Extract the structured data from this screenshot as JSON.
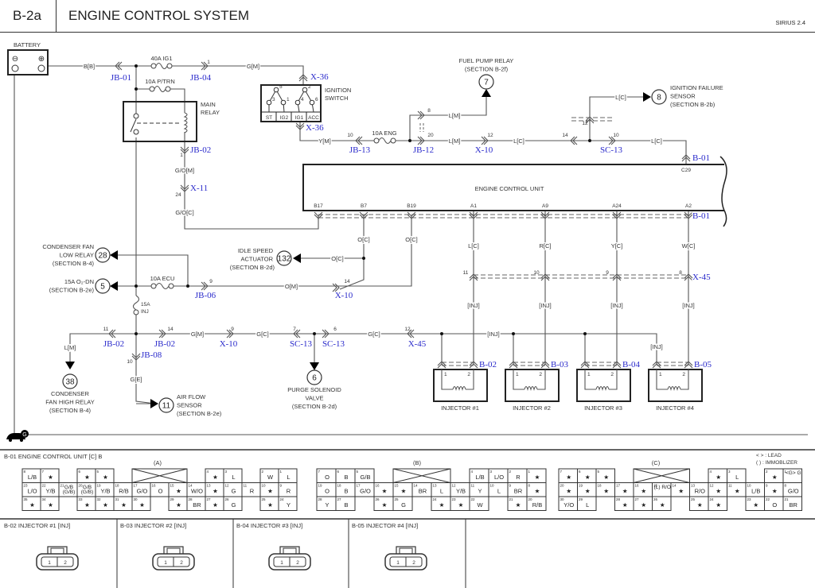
{
  "header": {
    "code": "B-2a",
    "title": "ENGINE CONTROL SYSTEM",
    "model": "SIRIUS 2.4"
  },
  "components": {
    "battery": "BATTERY",
    "battery_neg": "⊖",
    "battery_pos": "⊕",
    "main_relay": [
      "MAIN",
      "RELAY"
    ],
    "ignition_switch": [
      "IGNITION",
      "SWITCH"
    ],
    "ignition_terminals": [
      "ST",
      "IG2",
      "IG1",
      "ACC"
    ],
    "ignition_pins": [
      "5",
      "3",
      "1",
      "2",
      "4",
      "6"
    ],
    "ecu": "ENGINE CONTROL UNIT",
    "ecu_pins": [
      "B17",
      "B7",
      "B19",
      "A1",
      "A9",
      "A24",
      "A2",
      "C29"
    ],
    "injectors": [
      "INJECTOR #1",
      "INJECTOR #2",
      "INJECTOR #3",
      "INJECTOR #4"
    ],
    "injector_pins": [
      "1",
      "2"
    ],
    "ground": "G"
  },
  "fuses": [
    "40A IG1",
    "10A P/TRN",
    "10A ENG",
    "10A ECU",
    "15A",
    "INJ"
  ],
  "references": [
    {
      "num": "7",
      "lines": [
        "FUEL PUMP RELAY",
        "(SECTION B-2f)"
      ]
    },
    {
      "num": "8",
      "lines": [
        "IGNITION FAILURE",
        "SENSOR",
        "(SECTION B-2b)"
      ]
    },
    {
      "num": "28",
      "lines": [
        "CONDENSER FAN",
        "LOW RELAY",
        "(SECTION B-4)"
      ]
    },
    {
      "num": "5",
      "lines": [
        "15A O₂-DN",
        "(SECTION B-2e)"
      ]
    },
    {
      "num": "132",
      "lines": [
        "IDLE SPEED",
        "ACTUATOR",
        "(SECTION B-2d)"
      ]
    },
    {
      "num": "38",
      "lines": [
        "CONDENSER",
        "FAN HIGH RELAY",
        "(SECTION B-4)"
      ]
    },
    {
      "num": "11",
      "lines": [
        "AIR FLOW",
        "SENSOR",
        "(SECTION B-2e)"
      ]
    },
    {
      "num": "6",
      "lines": [
        "PURGE SOLENOID",
        "VALVE",
        "(SECTION B-2d)"
      ]
    }
  ],
  "wire_labels": [
    "B[B]",
    "G[M]",
    "G/O[M]",
    "G/O[C]",
    "Y[M]",
    "L[M]",
    "L[M]",
    "L[C]",
    "L[C]",
    "L[C]",
    "O[C]",
    "O[C]",
    "O[C]",
    "O[M]",
    "L[C]",
    "R[C]",
    "Y[C]",
    "W[C]",
    "[INJ]",
    "[INJ]",
    "[INJ]",
    "[INJ]",
    "L[M]",
    "G[M]",
    "G[C]",
    "G[C]",
    "[INJ]",
    "[INJ]",
    "G[E]"
  ],
  "connector_ids": [
    "JB-01",
    "JB-04",
    "X-36",
    "X-36",
    "JB-02",
    "X-11",
    "JB-13",
    "JB-12",
    "X-10",
    "SC-13",
    "B-01",
    "B-01",
    "X-45",
    "X-10",
    "JB-06",
    "JB-02",
    "JB-02",
    "X-10",
    "SC-13",
    "SC-13",
    "X-45",
    "JB-08",
    "B-02",
    "B-03",
    "B-04",
    "B-05"
  ],
  "pin_numbers": [
    "1",
    "1",
    "24",
    "10",
    "8",
    "20",
    "12",
    "12",
    "14",
    "10",
    "9",
    "14",
    "11",
    "10",
    "9",
    "8",
    "11",
    "14",
    "9",
    "7",
    "6",
    "12",
    "10"
  ],
  "connector_views": {
    "title": "B-01 ENGINE CONTROL UNIT [C] B",
    "legend": [
      "< > : LEAD",
      "(  ) : IMMOBLIZER"
    ],
    "groups": [
      {
        "label": "(A)",
        "rows": [
          [
            {
              "p": "8",
              "c": "L/B"
            },
            {
              "p": "7",
              "c": "★"
            },
            null,
            {
              "p": "6",
              "c": "★"
            },
            {
              "p": "5",
              "c": "★"
            },
            null,
            "X",
            "X",
            "X",
            null,
            {
              "p": "4",
              "c": "★"
            },
            {
              "p": "3",
              "c": "L"
            },
            null,
            {
              "p": "2",
              "c": "W"
            },
            {
              "p": "1",
              "c": "L"
            }
          ],
          [
            {
              "p": "23",
              "c": "L/O"
            },
            {
              "p": "22",
              "c": "Y/B"
            },
            {
              "p": "21",
              "c": "G/B (G/B)"
            },
            {
              "p": "20",
              "c": "G/B (G/B)"
            },
            {
              "p": "19",
              "c": "Y/B"
            },
            {
              "p": "18",
              "c": "R/B"
            },
            {
              "p": "17",
              "c": "G/O"
            },
            {
              "p": "16",
              "c": "O"
            },
            {
              "p": "15",
              "c": "★"
            },
            {
              "p": "14",
              "c": "W/O"
            },
            {
              "p": "13",
              "c": "★"
            },
            {
              "p": "12",
              "c": "G"
            },
            {
              "p": "11",
              "c": "R"
            },
            {
              "p": "10",
              "c": "★"
            },
            {
              "p": "9",
              "c": "R"
            }
          ],
          [
            {
              "p": "35",
              "c": "★"
            },
            {
              "p": "34",
              "c": "★"
            },
            null,
            {
              "p": "33",
              "c": "★"
            },
            {
              "p": "32",
              "c": "★"
            },
            {
              "p": "31",
              "c": "★"
            },
            {
              "p": "30",
              "c": "★"
            },
            null,
            {
              "p": "29",
              "c": "★"
            },
            {
              "p": "28",
              "c": "BR"
            },
            {
              "p": "27",
              "c": "★"
            },
            {
              "p": "26",
              "c": "G"
            },
            null,
            {
              "p": "25",
              "c": "★"
            },
            {
              "p": "24",
              "c": "Y"
            }
          ]
        ]
      },
      {
        "label": "(B)",
        "rows": [
          [
            {
              "p": "7",
              "c": "O"
            },
            {
              "p": "6",
              "c": "B"
            },
            {
              "p": "5",
              "c": "G/B"
            },
            null,
            "X",
            "X",
            "X",
            null,
            {
              "p": "4",
              "c": "L/B"
            },
            {
              "p": "3",
              "c": "L/O"
            },
            {
              "p": "2",
              "c": "R"
            },
            {
              "p": "1",
              "c": "★"
            }
          ],
          [
            {
              "p": "19",
              "c": "O"
            },
            {
              "p": "18",
              "c": "B"
            },
            {
              "p": "17",
              "c": "G/O"
            },
            {
              "p": "16",
              "c": "★"
            },
            {
              "p": "15",
              "c": "★"
            },
            {
              "p": "14",
              "c": "BR"
            },
            {
              "p": "13",
              "c": "L"
            },
            {
              "p": "12",
              "c": "Y/B"
            },
            {
              "p": "11",
              "c": "Y"
            },
            {
              "p": "10",
              "c": "L"
            },
            {
              "p": "9",
              "c": "BR"
            },
            {
              "p": "8",
              "c": "★"
            }
          ],
          [
            {
              "p": "28",
              "c": "Y"
            },
            {
              "p": "27",
              "c": "B"
            },
            null,
            {
              "p": "26",
              "c": "★"
            },
            {
              "p": "25",
              "c": "G"
            },
            null,
            {
              "p": "24",
              "c": "★"
            },
            {
              "p": "23",
              "c": "★"
            },
            {
              "p": "22",
              "c": "W"
            },
            null,
            {
              "p": "21",
              "c": "★"
            },
            {
              "p": "20",
              "c": "R/B"
            }
          ]
        ]
      },
      {
        "label": "(C)",
        "rows": [
          [
            {
              "p": "7",
              "c": "★"
            },
            {
              "p": "6",
              "c": "★"
            },
            {
              "p": "5",
              "c": "★"
            },
            null,
            "X",
            "X",
            "X",
            null,
            {
              "p": "4",
              "c": "★"
            },
            {
              "p": "3",
              "c": "L"
            },
            null,
            {
              "p": "2",
              "c": "★"
            },
            {
              "p": "1",
              "c": "<G> G"
            }
          ],
          [
            {
              "p": "20",
              "c": "★"
            },
            {
              "p": "19",
              "c": "★"
            },
            {
              "p": "18",
              "c": "★"
            },
            {
              "p": "17",
              "c": "★"
            },
            {
              "p": "16",
              "c": "★"
            },
            {
              "p": "15",
              "c": "(L) R/O"
            },
            {
              "p": "14",
              "c": "★"
            },
            {
              "p": "13",
              "c": "R/O"
            },
            {
              "p": "12",
              "c": "★"
            },
            {
              "p": "11",
              "c": "★"
            },
            {
              "p": "10",
              "c": "L/B"
            },
            {
              "p": "9",
              "c": "★"
            },
            {
              "p": "8",
              "c": "G/O"
            }
          ],
          [
            {
              "p": "30",
              "c": "Y/O"
            },
            {
              "p": "29",
              "c": "L"
            },
            null,
            {
              "p": "28",
              "c": "★"
            },
            {
              "p": "27",
              "c": "★"
            },
            {
              "p": "26",
              "c": "★"
            },
            null,
            {
              "p": "25",
              "c": "★"
            },
            {
              "p": "24",
              "c": "★"
            },
            null,
            {
              "p": "23",
              "c": "★"
            },
            {
              "p": "22",
              "c": "O"
            },
            {
              "p": "21",
              "c": "BR"
            }
          ]
        ]
      }
    ]
  },
  "injector_connectors": [
    {
      "title": "B-02 INJECTOR #1 [INJ]",
      "pins": [
        "1",
        "2"
      ]
    },
    {
      "title": "B-03 INJECTOR #2 [INJ]",
      "pins": [
        "1",
        "2"
      ]
    },
    {
      "title": "B-04 INJECTOR #3 [INJ]",
      "pins": [
        "1",
        "2"
      ]
    },
    {
      "title": "B-05 INJECTOR #4 [INJ]",
      "pins": [
        "1",
        "2"
      ]
    }
  ],
  "colors": {
    "connector_label": "#2a2acb",
    "wire": "#555555"
  }
}
